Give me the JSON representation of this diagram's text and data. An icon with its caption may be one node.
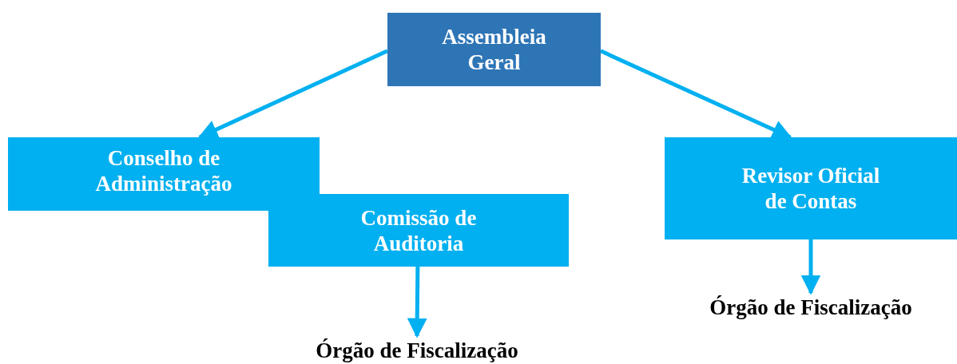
{
  "diagram": {
    "nodes": [
      {
        "text": [
          "Assembleia Geral"
        ]
      },
      {
        "text": [
          "Conselho de Administração"
        ]
      },
      {
        "text": [
          "Comissão de Auditoria"
        ]
      },
      {
        "text": [
          "Revisor Oficial de Contas"
        ]
      },
      {
        "text": [
          "Órgão de Fiscalização"
        ]
      },
      {
        "text": [
          "Órgão de Fiscalização"
        ]
      }
    ],
    "edges": [
      {
        "from": 0,
        "to": 1,
        "arrow": "to"
      },
      {
        "from": 0,
        "to": 3,
        "arrow": "to"
      },
      {
        "from": 2,
        "to": 4,
        "arrow": "to"
      },
      {
        "from": 3,
        "to": 5,
        "arrow": "to"
      }
    ]
  }
}
